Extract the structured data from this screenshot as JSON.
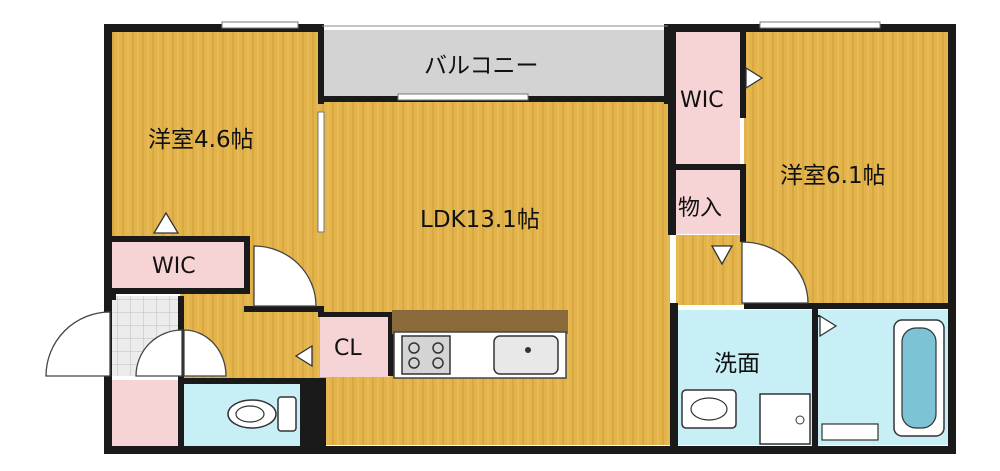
{
  "rooms": {
    "western_room_left": "洋室4.6帖",
    "balcony": "バルコニー",
    "wic_upper_right": "WIC",
    "western_room_right": "洋室6.1帖",
    "storage": "物入",
    "ldk": "LDK13.1帖",
    "wic_left": "WIC",
    "closet": "CL",
    "washroom": "洗面"
  },
  "colors": {
    "floor_wood": "#e4b44c",
    "floor_stripe": "#d9a63c",
    "balcony": "#d3d3d3",
    "closet_pink": "#f6d3d5",
    "wet_area": "#c8eef6",
    "kitchen_counter": "#8a6a3b",
    "wall": "#1a1a1a"
  }
}
